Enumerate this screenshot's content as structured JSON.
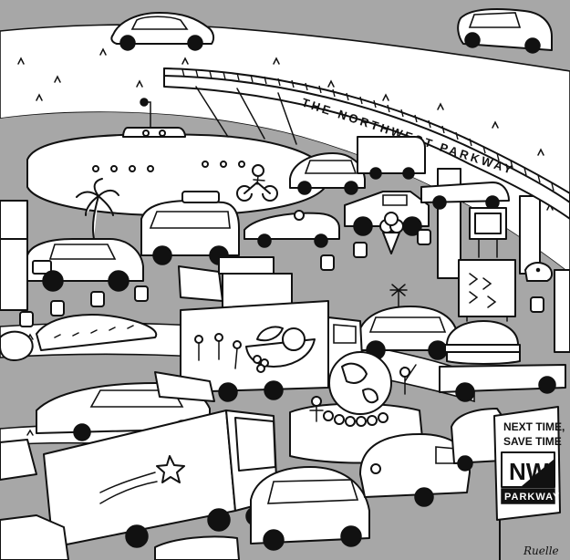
{
  "bridge": {
    "label": "THE NORTHWEST PARKWAY"
  },
  "sign": {
    "slogan_line1": "NEXT TIME,",
    "slogan_line2": "SAVE TIME",
    "logo_letters": "NW",
    "logo_word": "PARKWAY"
  },
  "artist_signature": "Ruelle"
}
